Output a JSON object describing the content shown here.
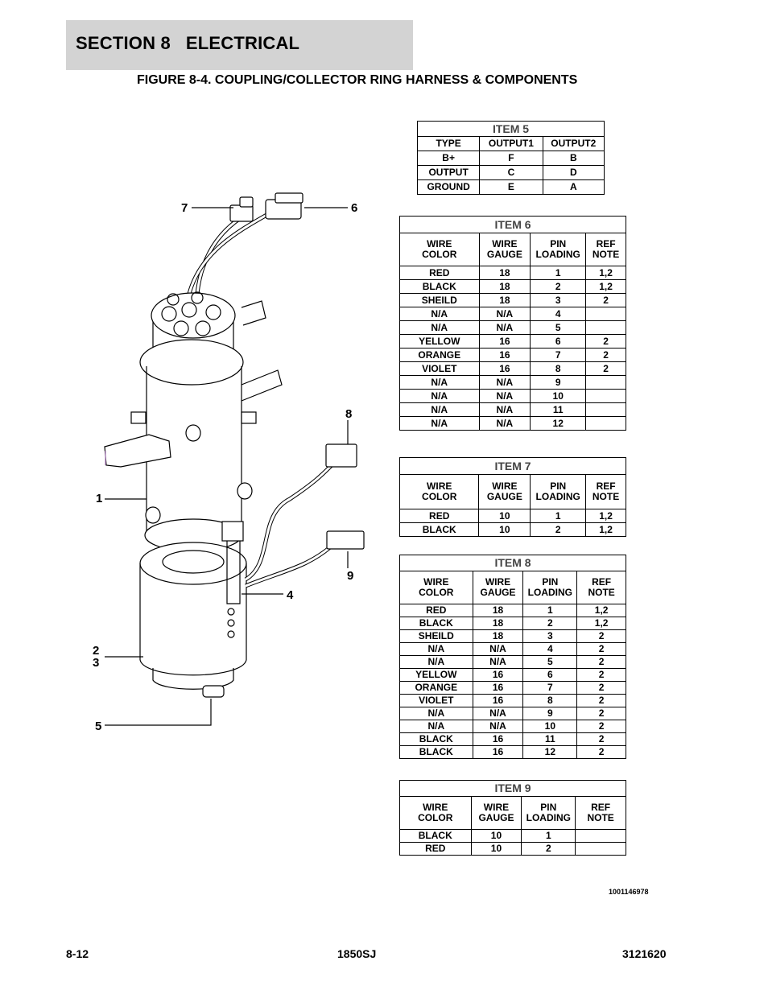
{
  "header": {
    "section": "SECTION 8   ELECTRICAL"
  },
  "figure": {
    "title": "FIGURE 8-4. COUPLING/COLLECTOR RING HARNESS & COMPONENTS"
  },
  "callouts": [
    "7",
    "6",
    "8",
    "1",
    "9",
    "4",
    "2",
    "3",
    "5"
  ],
  "item5": {
    "title": "ITEM 5",
    "headers": [
      "TYPE",
      "OUTPUT1",
      "OUTPUT2"
    ],
    "rows": [
      [
        "B+",
        "F",
        "B"
      ],
      [
        "OUTPUT",
        "C",
        "D"
      ],
      [
        "GROUND",
        "E",
        "A"
      ]
    ]
  },
  "item6": {
    "title": "ITEM 6",
    "headers": [
      "WIRE\nCOLOR",
      "WIRE\nGAUGE",
      "PIN\nLOADING",
      "REF\nNOTE"
    ],
    "rows": [
      [
        "RED",
        "18",
        "1",
        "1,2"
      ],
      [
        "BLACK",
        "18",
        "2",
        "1,2"
      ],
      [
        "SHEILD",
        "18",
        "3",
        "2"
      ],
      [
        "N/A",
        "N/A",
        "4",
        ""
      ],
      [
        "N/A",
        "N/A",
        "5",
        ""
      ],
      [
        "YELLOW",
        "16",
        "6",
        "2"
      ],
      [
        "ORANGE",
        "16",
        "7",
        "2"
      ],
      [
        "VIOLET",
        "16",
        "8",
        "2"
      ],
      [
        "N/A",
        "N/A",
        "9",
        ""
      ],
      [
        "N/A",
        "N/A",
        "10",
        ""
      ],
      [
        "N/A",
        "N/A",
        "11",
        ""
      ],
      [
        "N/A",
        "N/A",
        "12",
        ""
      ]
    ]
  },
  "item7": {
    "title": "ITEM 7",
    "headers": [
      "WIRE\nCOLOR",
      "WIRE\nGAUGE",
      "PIN\nLOADING",
      "REF\nNOTE"
    ],
    "rows": [
      [
        "RED",
        "10",
        "1",
        "1,2"
      ],
      [
        "BLACK",
        "10",
        "2",
        "1,2"
      ]
    ]
  },
  "item8": {
    "title": "ITEM 8",
    "headers": [
      "WIRE\nCOLOR",
      "WIRE\nGAUGE",
      "PIN\nLOADING",
      "REF\nNOTE"
    ],
    "rows": [
      [
        "RED",
        "18",
        "1",
        "1,2"
      ],
      [
        "BLACK",
        "18",
        "2",
        "1,2"
      ],
      [
        "SHEILD",
        "18",
        "3",
        "2"
      ],
      [
        "N/A",
        "N/A",
        "4",
        "2"
      ],
      [
        "N/A",
        "N/A",
        "5",
        "2"
      ],
      [
        "YELLOW",
        "16",
        "6",
        "2"
      ],
      [
        "ORANGE",
        "16",
        "7",
        "2"
      ],
      [
        "VIOLET",
        "16",
        "8",
        "2"
      ],
      [
        "N/A",
        "N/A",
        "9",
        "2"
      ],
      [
        "N/A",
        "N/A",
        "10",
        "2"
      ],
      [
        "BLACK",
        "16",
        "11",
        "2"
      ],
      [
        "BLACK",
        "16",
        "12",
        "2"
      ]
    ]
  },
  "item9": {
    "title": "ITEM 9",
    "headers": [
      "WIRE\nCOLOR",
      "WIRE\nGAUGE",
      "PIN\nLOADING",
      "REF\nNOTE"
    ],
    "rows": [
      [
        "BLACK",
        "10",
        "1",
        ""
      ],
      [
        "RED",
        "10",
        "2",
        ""
      ]
    ]
  },
  "doc_number": "1001146978",
  "footer": {
    "page": "8-12",
    "model": "1850SJ",
    "manual": "3121620"
  }
}
